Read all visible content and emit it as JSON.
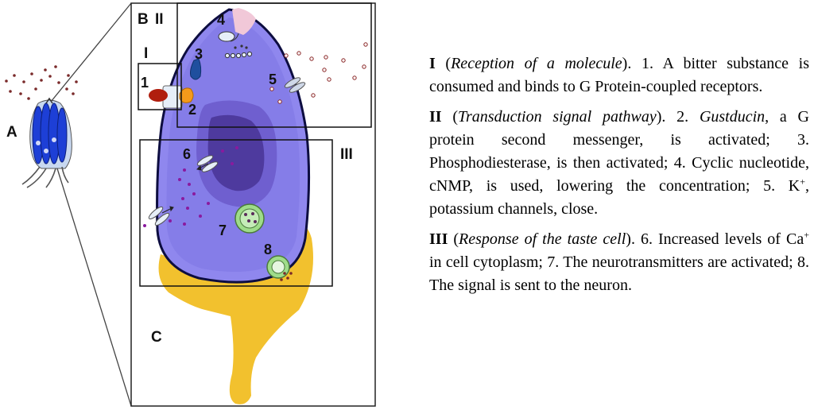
{
  "labels": {
    "A": "A",
    "B": "B",
    "C": "C",
    "I": "I",
    "II": "II",
    "III": "III",
    "n1": "1",
    "n2": "2",
    "n3": "3",
    "n4": "4",
    "n5": "5",
    "n6": "6",
    "n7": "7",
    "n8": "8"
  },
  "colors": {
    "cell_fill": "#8f87ee",
    "nucleus_outer": "#6f5fcf",
    "nucleus_inner": "#4e3a9e",
    "neuron": "#f2c12e",
    "receptor_red": "#b01e0e",
    "gprotein_orange": "#f59a1a",
    "pde_blue": "#1f4f9e",
    "vesicle_green": "#9fdc8a"
  },
  "caption": {
    "p1": {
      "num": "I",
      "open": " (",
      "title": "Reception of a molecule",
      "body": "). 1. A bitter substance is consumed and binds to G Protein-coupled receptors."
    },
    "p2": {
      "num": "II",
      "open": " (",
      "title": "Transduction signal pathway",
      "mid": "). 2. ",
      "gust": "Gustducin",
      "body": ", a G protein second messenger, is activated; 3. Phosphodiesterase, is then activated; 4. Cyclic nucleotide, cNMP, is used, lowering the concentration; 5. K",
      "sup": "+",
      "tail": ", potassium channels, close."
    },
    "p3": {
      "num": "III",
      "open": " (",
      "title": "Response of the taste cell",
      "body": "). 6. Increased levels of Ca",
      "sup": "+",
      "tail": " in cell cytoplasm; 7. The neurotransmitters are activated; 8. The signal is sent to the neuron."
    }
  }
}
